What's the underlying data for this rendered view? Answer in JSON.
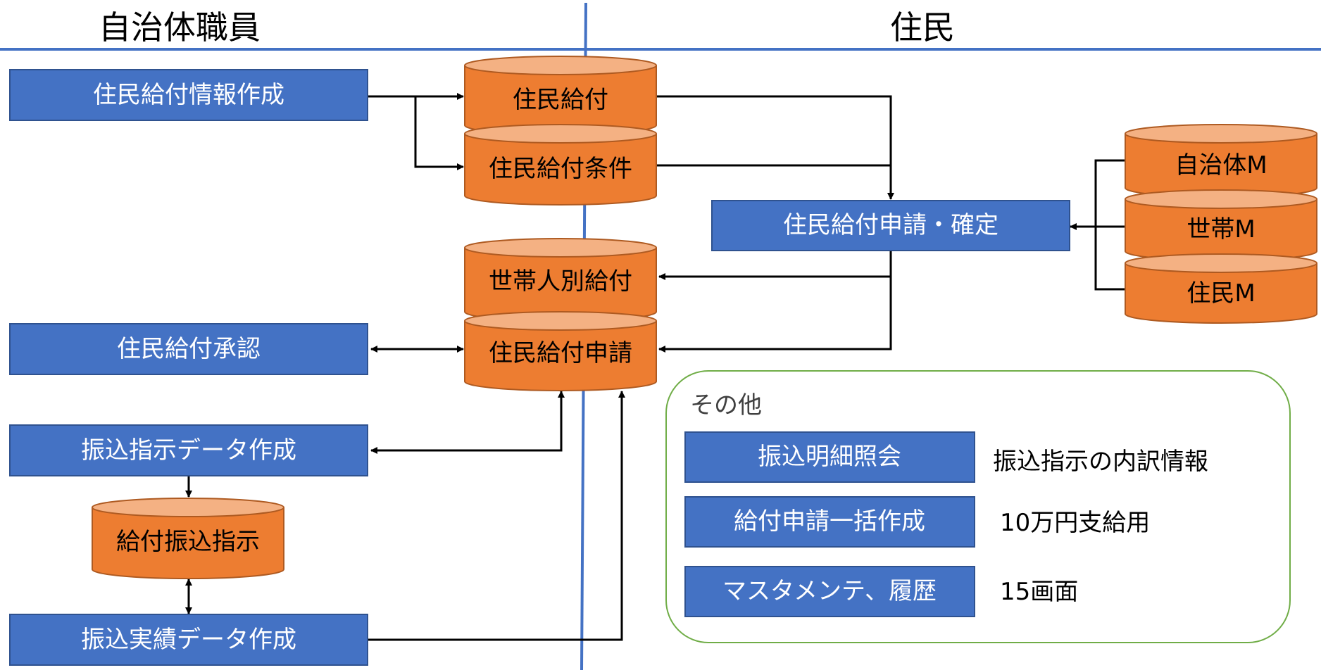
{
  "headers": {
    "left": "自治体職員",
    "right": "住民"
  },
  "processes": {
    "info_create": "住民給付情報作成",
    "approve": "住民給付承認",
    "transfer_instr_create": "振込指示データ作成",
    "transfer_result_create": "振込実績データ作成",
    "apply_confirm": "住民給付申請・確定"
  },
  "datastores": {
    "benefit": "住民給付",
    "benefit_cond": "住民給付条件",
    "household_person": "世帯人別給付",
    "benefit_apply": "住民給付申請",
    "transfer_instr": "給付振込指示",
    "municipality_m": "自治体M",
    "household_m": "世帯M",
    "resident_m": "住民M"
  },
  "other": {
    "title": "その他",
    "items": [
      {
        "label": "振込明細照会",
        "note": "振込指示の内訳情報"
      },
      {
        "label": "給付申請一括作成",
        "note": "10万円支給用"
      },
      {
        "label": "マスタメンテ、履歴",
        "note": "15画面"
      }
    ]
  },
  "colors": {
    "process_fill": "#4472C4",
    "process_stroke": "#2F528F",
    "db_fill": "#ED7D31",
    "db_top": "#F4B183",
    "db_stroke": "#AE5A21",
    "divider": "#4472C4",
    "other_border": "#70AD47"
  }
}
